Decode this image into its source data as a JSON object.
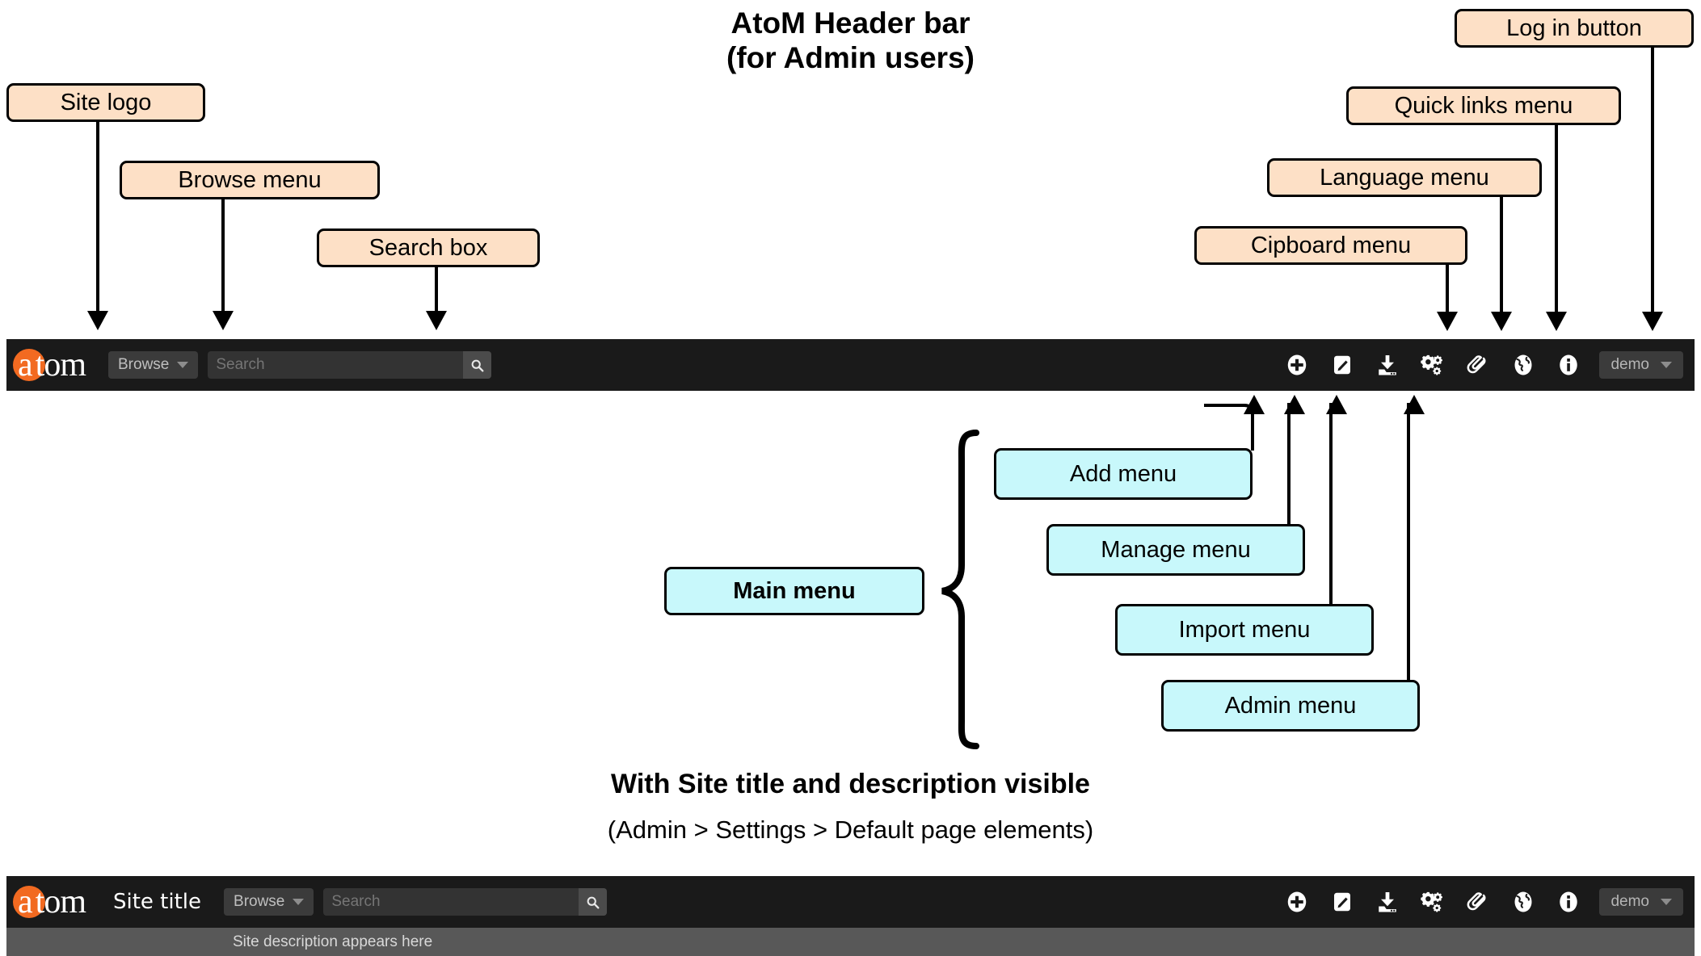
{
  "titles": {
    "main_line1": "AtoM Header bar",
    "main_line2": "(for Admin users)",
    "bottom_line1": "With Site title and description visible",
    "bottom_line2": "(Admin > Settings > Default page elements)"
  },
  "callouts": {
    "peach": [
      {
        "label": "Site logo"
      },
      {
        "label": "Browse menu"
      },
      {
        "label": "Search box"
      },
      {
        "label": "Cipboard menu"
      },
      {
        "label": "Language menu"
      },
      {
        "label": "Quick links menu"
      },
      {
        "label": "Log in button"
      }
    ],
    "cyan": [
      {
        "label": "Main menu"
      },
      {
        "label": "Add menu"
      },
      {
        "label": "Manage menu"
      },
      {
        "label": "Import menu"
      },
      {
        "label": "Admin menu"
      }
    ]
  },
  "header_top": {
    "logo_text": "tom",
    "logo_initial": "a",
    "browse_label": "Browse",
    "search_placeholder": "Search",
    "search_value": "",
    "user_label": "demo",
    "icons": [
      {
        "name": "add-icon"
      },
      {
        "name": "manage-icon"
      },
      {
        "name": "import-icon"
      },
      {
        "name": "admin-icon"
      },
      {
        "name": "clipboard-icon"
      },
      {
        "name": "language-icon"
      },
      {
        "name": "quicklinks-icon"
      }
    ]
  },
  "header_bottom": {
    "logo_text": "tom",
    "logo_initial": "a",
    "site_title": "Site title",
    "browse_label": "Browse",
    "search_placeholder": "Search",
    "search_value": "",
    "user_label": "demo",
    "site_description": "Site description appears here"
  },
  "colors": {
    "peach": "#fde0c6",
    "cyan": "#c8f8fb",
    "bar": "#1a1a1a",
    "desc_bar": "#585858",
    "logo_orange": "#f26a21"
  }
}
